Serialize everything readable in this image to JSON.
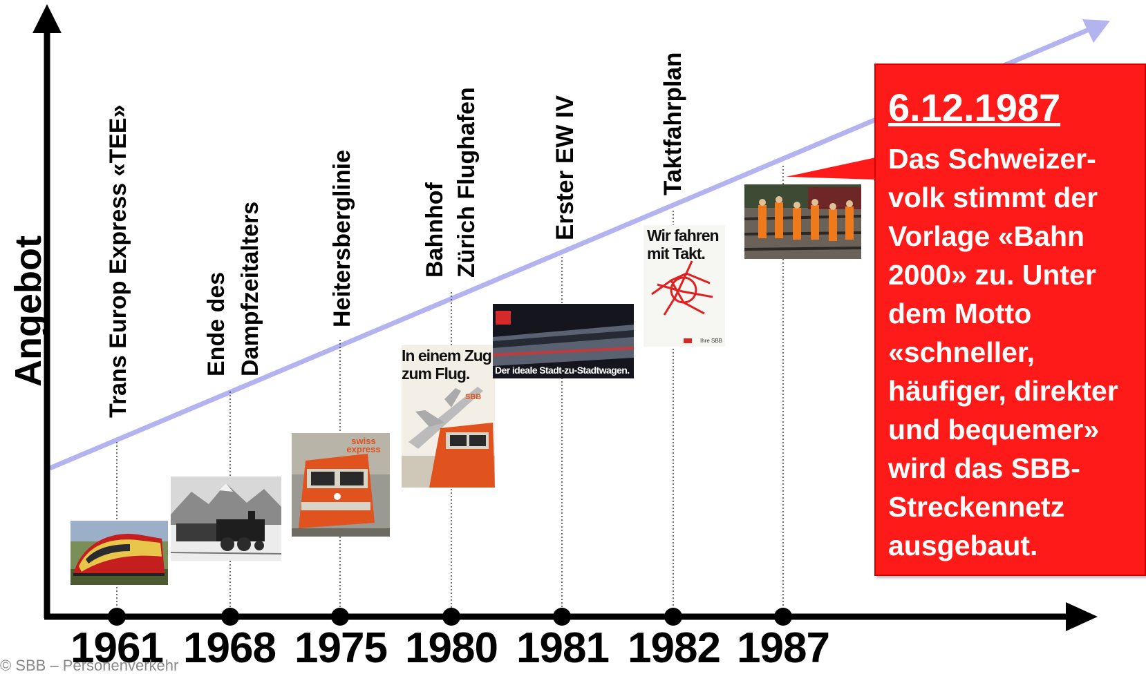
{
  "y_axis_label": "Angebot",
  "events": [
    {
      "year": "1961",
      "label_lines": [
        "Trans Europ Express «TEE»"
      ]
    },
    {
      "year": "1968",
      "label_lines": [
        "Ende des",
        "Dampfzeitalters"
      ]
    },
    {
      "year": "1975",
      "label_lines": [
        "Heitersberglinie"
      ]
    },
    {
      "year": "1980",
      "label_lines": [
        "Bahnhof",
        "Zürich Flughafen"
      ]
    },
    {
      "year": "1981",
      "label_lines": [
        "Erster EW IV"
      ]
    },
    {
      "year": "1982",
      "label_lines": [
        "Taktfahrplan"
      ]
    },
    {
      "year": "1987",
      "label_lines": []
    }
  ],
  "posters": {
    "zug_flug": {
      "line1": "In einem Zug",
      "line2": "zum Flug.",
      "brand": "SBB"
    },
    "ew4": {
      "caption": "Der ideale Stadt-zu-Stadtwagen."
    },
    "takt": {
      "line1": "Wir fahren",
      "line2": "mit Takt.",
      "brand": "Ihre SBB"
    },
    "swiss_express": {
      "title": "swiss express"
    }
  },
  "callout": {
    "date": "6.12.1987",
    "text": "Das Schweizer-volk stimmt der Vorlage «Bahn 2000» zu. Unter dem Motto «schneller, häufiger, direkter und bequemer» wird das SBB-Streckennetz ausgebaut."
  },
  "footer": "© SBB – Personenverkehr",
  "colors": {
    "axis": "#000000",
    "trend_arrow": "#b3b3f0",
    "callout_bg": "#ff1a1a",
    "callout_text": "#ffffff"
  }
}
